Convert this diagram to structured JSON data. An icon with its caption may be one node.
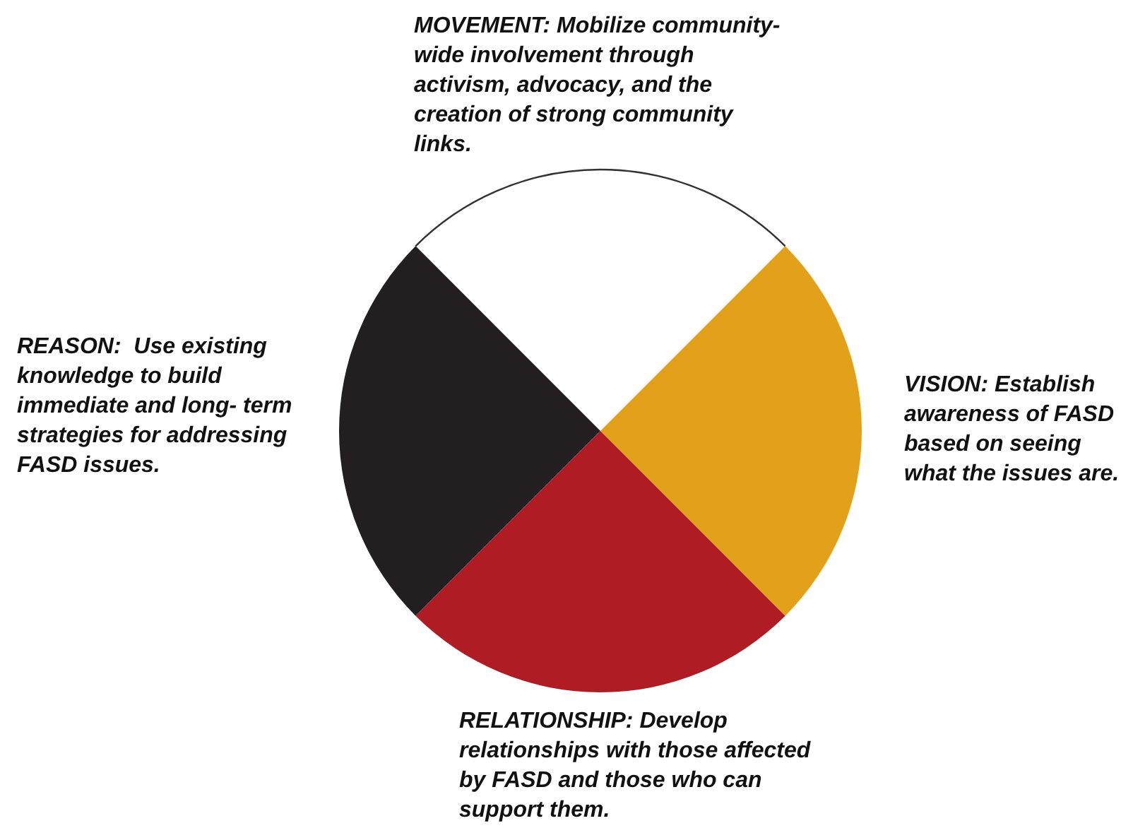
{
  "diagram": {
    "labels": [
      "MOVEMENT: Mobilize community-wide involvement through activism, advocacy, and the creation of strong community links.",
      "REASON:  Use existing knowledge to build immediate and long- term strategies for addressing FASD issues.",
      "VISION: Establish awareness of FASD based on seeing what the issues are.",
      "RELATIONSHIP: Develop relationships with those affected by FASD and those who can support them."
    ]
  }
}
